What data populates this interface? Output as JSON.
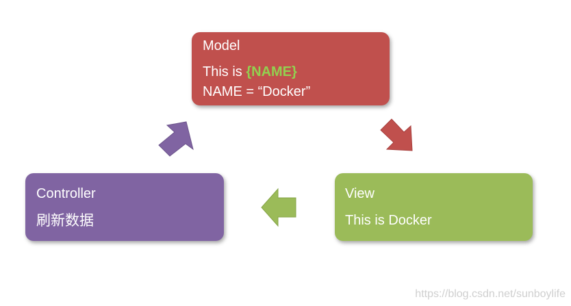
{
  "model": {
    "title": "Model",
    "line1_prefix": "This is ",
    "line1_highlight": "{NAME}",
    "line2": "NAME = “Docker”",
    "color": "#c0504d",
    "highlight_color": "#92d050"
  },
  "view": {
    "title": "View",
    "line1": "This is Docker",
    "color": "#9bbb59"
  },
  "controller": {
    "title": "Controller",
    "line1": "刷新数据",
    "color": "#8064a2"
  },
  "arrows": [
    {
      "from": "controller",
      "to": "model",
      "color": "#8064a2"
    },
    {
      "from": "model",
      "to": "view",
      "color": "#c0504d"
    },
    {
      "from": "view",
      "to": "controller",
      "color": "#9bbb59"
    }
  ],
  "watermark": "https://blog.csdn.net/sunboylife"
}
